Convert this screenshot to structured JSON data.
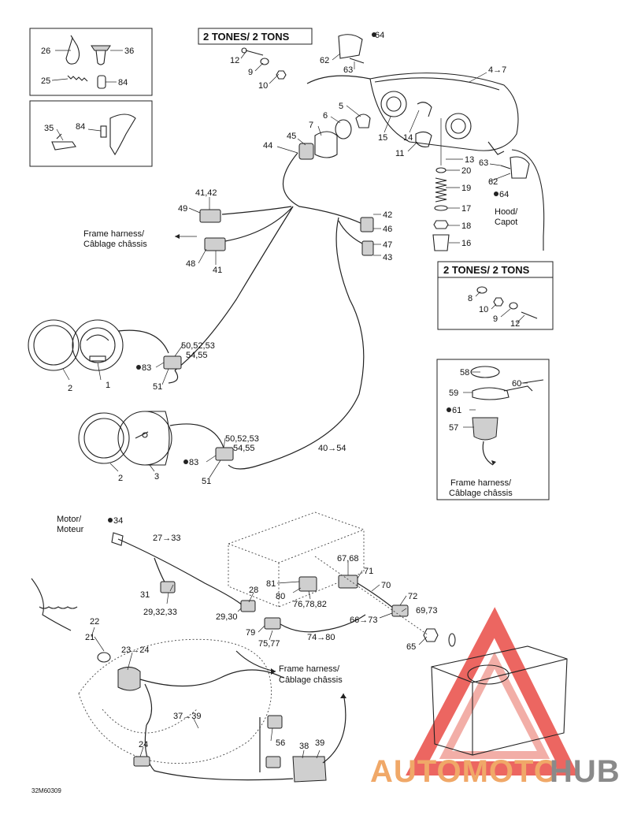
{
  "labels": {
    "l26": "26",
    "l36": "36",
    "l25": "25",
    "l84a": "84",
    "l35": "35",
    "l84b": "84",
    "l12a": "12",
    "l9a": "9",
    "l10a": "10",
    "l64a": "64",
    "l62a": "62",
    "l63a": "63",
    "l47arrow": "4→7",
    "l5": "5",
    "l6": "6",
    "l7": "7",
    "l45": "45",
    "l44": "44",
    "l15": "15",
    "l14": "14",
    "l11": "11",
    "l13": "13",
    "l20": "20",
    "l19": "19",
    "l17": "17",
    "l18": "18",
    "l16": "16",
    "l63b": "63",
    "l62b": "62",
    "l64b": "64",
    "l4142": "41,42",
    "l49": "49",
    "l48": "48",
    "l41": "41",
    "l42": "42",
    "l46": "46",
    "l47": "47",
    "l43": "43",
    "l8": "8",
    "l10b": "10",
    "l9b": "9",
    "l12b": "12",
    "l1": "1",
    "l2a": "2",
    "l83a": "83",
    "l51a": "51",
    "l50a": "50,52,53",
    "l54a": "54,55",
    "l3": "3",
    "l2b": "2",
    "l83b": "83",
    "l51b": "51",
    "l50b": "50,52,53",
    "l54b": "54,55",
    "l40": "40→54",
    "l58": "58",
    "l59": "59",
    "l60": "60",
    "l61": "61",
    "l57": "57",
    "l34": "34",
    "l2733": "27→33",
    "l31": "31",
    "l293233": "29,32,33",
    "l28": "28",
    "l2930": "29,30",
    "l81": "81",
    "l80": "80",
    "l767882": "76,78,82",
    "l6768": "67,68",
    "l71": "71",
    "l70": "70",
    "l72": "72",
    "l6673": "66→73",
    "l6973": "69,73",
    "l79": "79",
    "l7577": "75,77",
    "l7480": "74→80",
    "l65": "65",
    "l22": "22",
    "l21": "21",
    "l2324": "23→24",
    "l3739": "37→39",
    "l56": "56",
    "l24": "24",
    "l38": "38",
    "l39": "39",
    "code": "32M60309"
  },
  "headers": {
    "two_tones_top": "2 TONES/ 2 TONS",
    "two_tones_right": "2 TONES/ 2 TONS"
  },
  "callouts": {
    "frame1_a": "Frame harness/",
    "frame1_b": "Câblage châssis",
    "hood_a": "Hood/",
    "hood_b": "Capot",
    "frame2_a": "Frame harness/",
    "frame2_b": "Câblage châssis",
    "motor_a": "Motor/",
    "motor_b": "Moteur",
    "frame3_a": "Frame harness/",
    "frame3_b": "Câblage châssis"
  },
  "watermark": {
    "auto": "AUTOMOTO",
    "hub": "HUB",
    "accent_color": "#e8403a",
    "gray_color": "#8a8a8a"
  }
}
